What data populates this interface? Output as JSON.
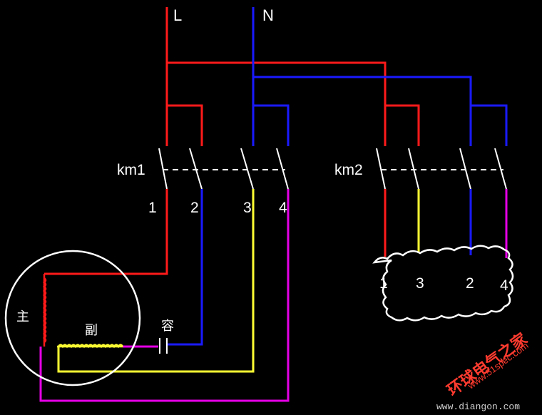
{
  "lines": {
    "L": "L",
    "N": "N"
  },
  "contactors": {
    "km1": "km1",
    "km2": "km2"
  },
  "km1_terminals": [
    "1",
    "2",
    "3",
    "4"
  ],
  "motor_terminals": [
    "1",
    "3",
    "2",
    "4"
  ],
  "windings": {
    "main": "主",
    "aux": "副",
    "cap": "容"
  },
  "watermark": {
    "brand": "环球电气之家",
    "url": "www.51spec.com",
    "site": "www.diangon.com"
  },
  "colors": {
    "L": "#ff1a1a",
    "N": "#1a1aff",
    "yellow": "#ffff33",
    "magenta": "#e600e6",
    "white": "#ffffff",
    "brand": "#ff3b2f"
  }
}
